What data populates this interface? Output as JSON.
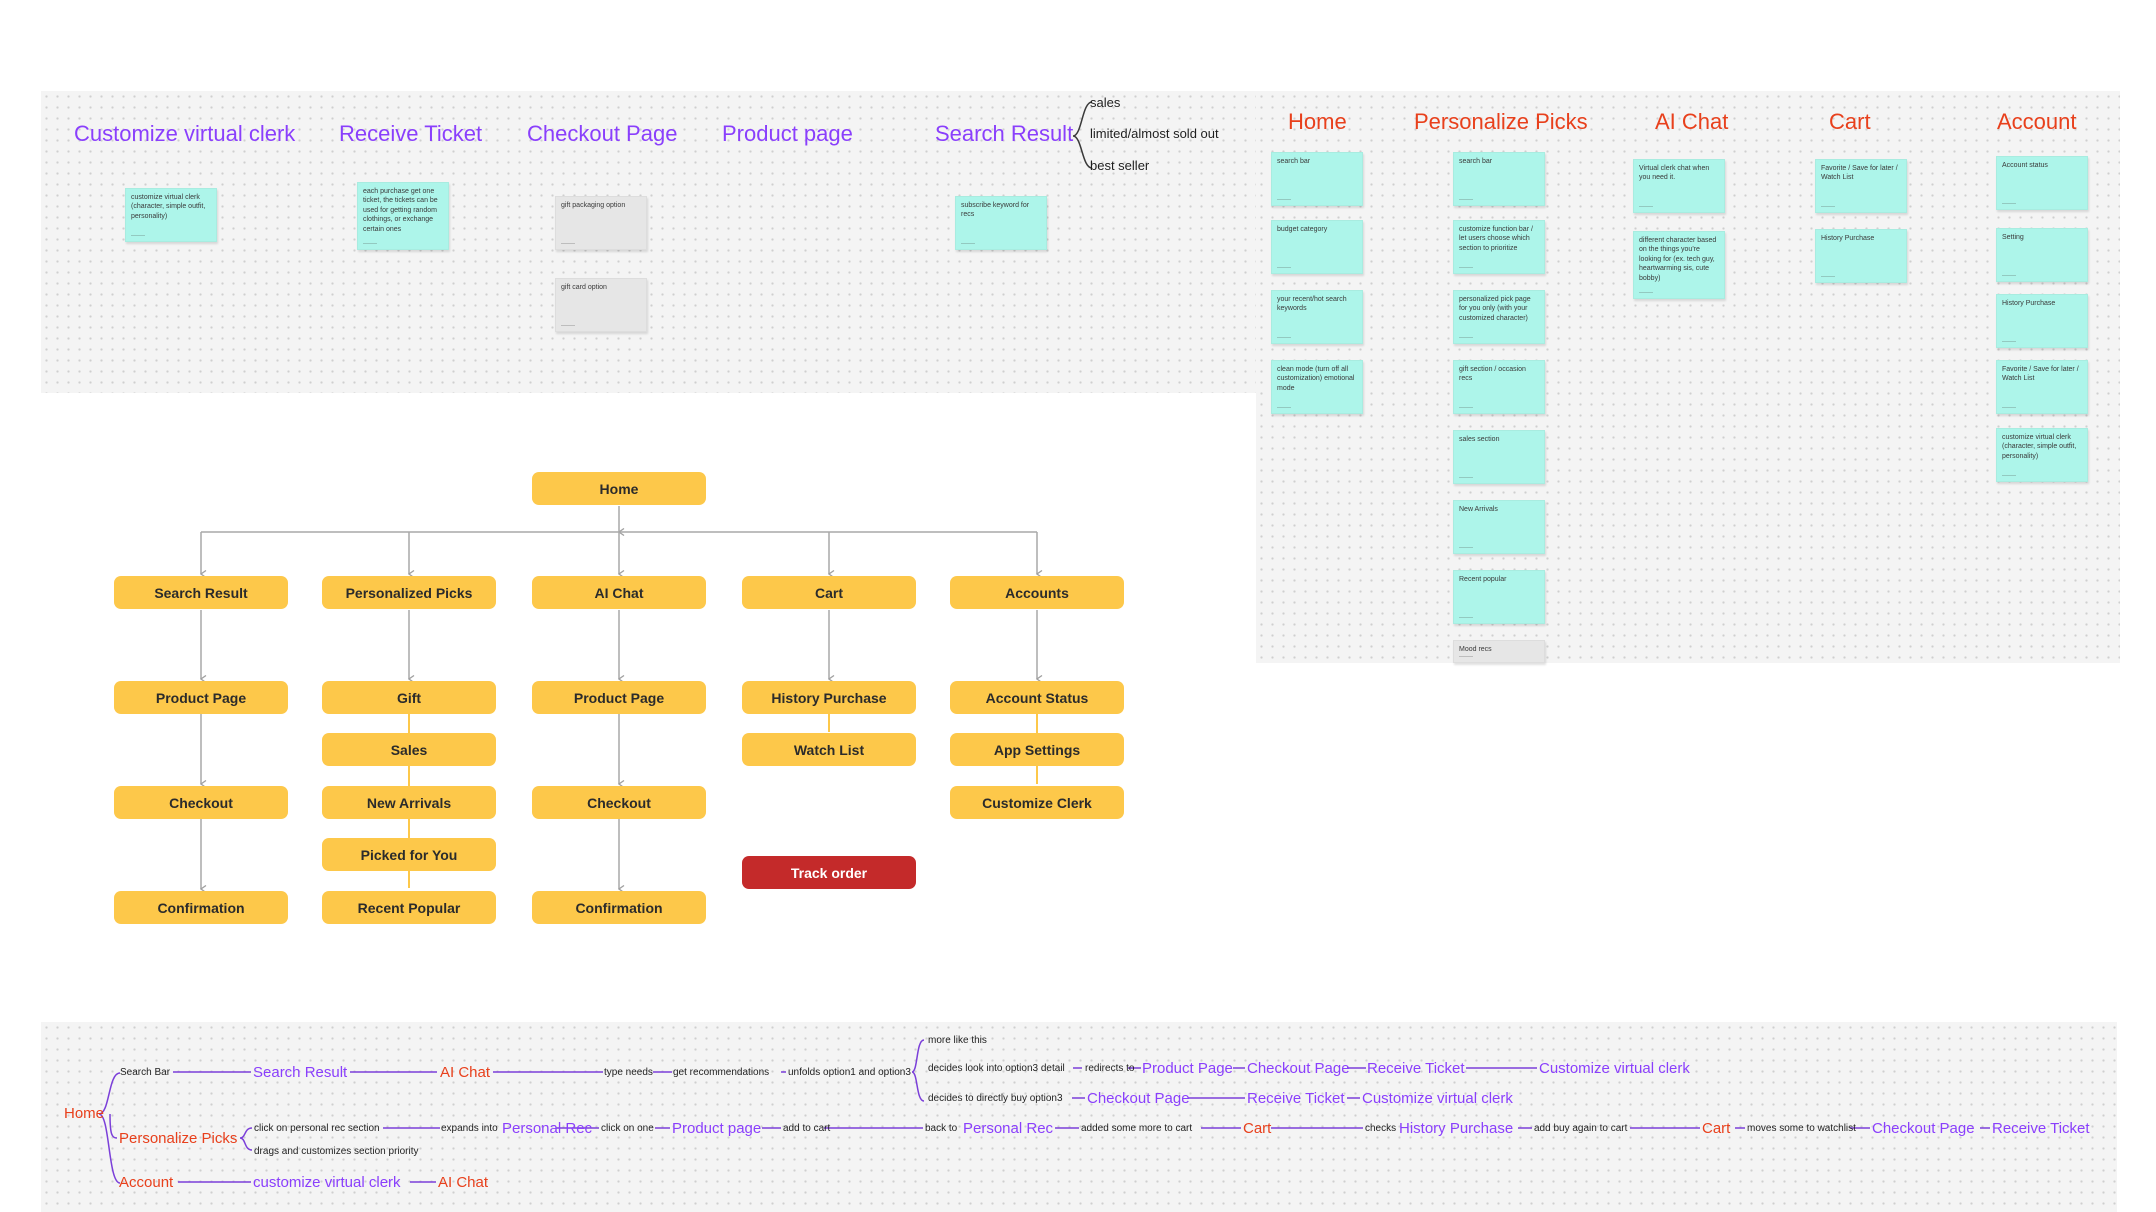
{
  "research_headings": {
    "customize_virtual_clerk": "Customize virtual clerk",
    "receive_ticket": "Receive Ticket",
    "checkout_page": "Checkout Page",
    "product_page": "Product page",
    "search_result": "Search Result"
  },
  "search_result_branches": [
    "sales",
    "limited/almost sold out",
    "best seller"
  ],
  "research_stickies": {
    "clerk": "customize virtual clerk (character, simple outfit, personality)",
    "ticket": "each purchase get one ticket, the tickets can be used for getting random clothings, or exchange certain ones",
    "gift_packaging": "gift packaging option",
    "gift_card": "gift card option",
    "subscribe": "subscribe keyword for recs"
  },
  "page_headings": {
    "home": "Home",
    "personalize_picks": "Personalize Picks",
    "ai_chat": "AI Chat",
    "cart": "Cart",
    "account": "Account"
  },
  "page_stickies": {
    "home": [
      "search bar",
      "budget category",
      "your recent/hot search keywords",
      "clean mode (turn off all customization) emotional mode"
    ],
    "personalize_picks": [
      "search bar",
      "customize function bar / let users choose which section to prioritize",
      "personalized pick page for you only (with your customized character)",
      "gift section / occasion recs",
      "sales section",
      "New Arrivals",
      "Recent popular",
      "Mood recs"
    ],
    "ai_chat": [
      "Virtual clerk chat when you need it.",
      "different character based on the things you're looking for (ex. tech guy, heartwarming sis, cute bobby)"
    ],
    "cart": [
      "Favorite / Save for later / Watch List",
      "History Purchase"
    ],
    "account": [
      "Account status",
      "Setting",
      "History Purchase",
      "Favorite / Save for later / Watch List",
      "customize virtual clerk (character, simple outfit, personality)"
    ]
  },
  "sitemap": {
    "home": "Home",
    "columns": [
      {
        "top": "Search Result",
        "children": [
          "Product Page",
          "Checkout",
          "Confirmation"
        ]
      },
      {
        "top": "Personalized Picks",
        "children": [
          "Gift",
          "Sales",
          "New Arrivals",
          "Picked for You",
          "Recent Popular"
        ]
      },
      {
        "top": "AI Chat",
        "children": [
          "Product Page",
          "Checkout",
          "Confirmation"
        ]
      },
      {
        "top": "Cart",
        "children": [
          "History Purchase",
          "Watch List"
        ]
      },
      {
        "top": "Accounts",
        "children": [
          "Account Status",
          "App Settings",
          "Customize Clerk"
        ]
      }
    ],
    "track_order": "Track order"
  },
  "user_flow": {
    "home": "Home",
    "search_bar": "Search Bar",
    "search_result": "Search Result",
    "ai_chat": "AI Chat",
    "type_needs": "type needs",
    "get_recommendations": "get recommendations",
    "unfolds_options": "unfolds option1 and option3",
    "more_like_this": "more like this",
    "decides_look_into": "decides look into option3 detail",
    "redirects_to": "redirects to",
    "product_page_1": "Product Page",
    "checkout_page_1": "Checkout Page",
    "receive_ticket_1": "Receive Ticket",
    "customize_clerk_1": "Customize virtual clerk",
    "decides_buy": "decides to directly buy option3",
    "checkout_page_2": "Checkout Page",
    "receive_ticket_2": "Receive Ticket",
    "customize_clerk_2": "Customize virtual clerk",
    "personalize_picks": "Personalize Picks",
    "click_personal_rec": "click on personal rec section",
    "expands_into": "expands into",
    "personal_rec": "Personal Rec",
    "click_on_one": "click on one",
    "product_page_2": "Product page",
    "add_to_cart": "add to cart",
    "back_to": "back to",
    "personal_rec_2": "Personal Rec",
    "added_more": "added some more to cart",
    "cart_1": "Cart",
    "checks": "checks",
    "history_purchase": "History Purchase",
    "add_buy_again": "add buy again to cart",
    "cart_2": "Cart",
    "moves_watchlist": "moves some to watchlist",
    "checkout_page_3": "Checkout Page",
    "receive_ticket_3": "Receive Ticket",
    "drags_customizes": "drags and customizes section priority",
    "account": "Account",
    "customize_clerk_3": "customize virtual clerk",
    "ai_chat_2": "AI Chat"
  }
}
